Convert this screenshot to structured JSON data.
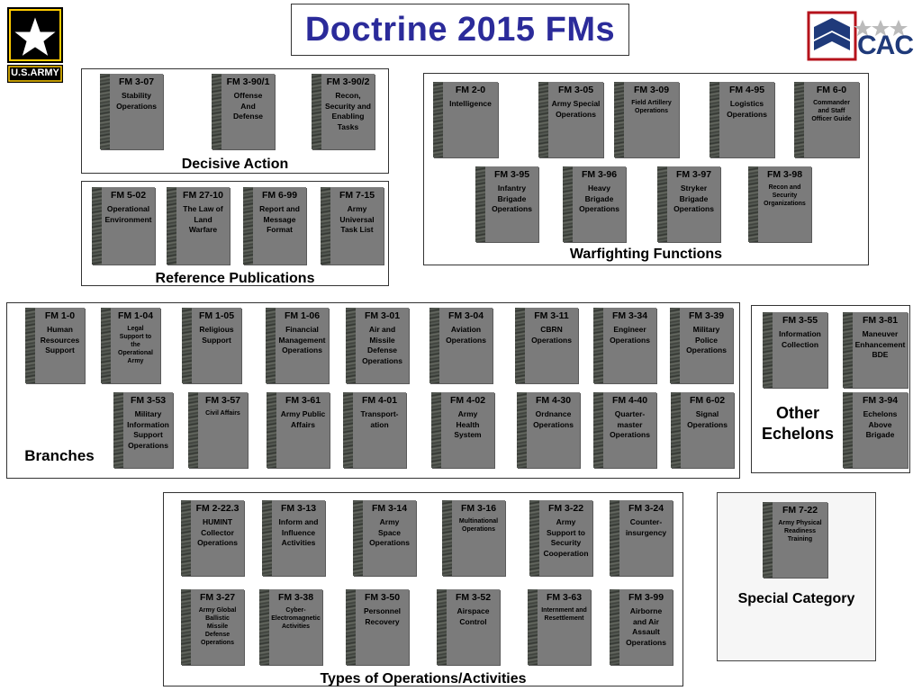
{
  "title": "Doctrine 2015 FMs",
  "logos": {
    "army_text": "U.S.ARMY",
    "cac_text": "CAC"
  },
  "groups": {
    "decisive": {
      "label": "Decisive Action",
      "books": [
        {
          "code": "FM 3-07",
          "desc": [
            "Stability",
            "Operations"
          ]
        },
        {
          "code": "FM 3-90/1",
          "desc": [
            "Offense",
            "And",
            "Defense"
          ]
        },
        {
          "code": "FM 3-90/2",
          "desc": [
            "Recon,",
            "Security and",
            "Enabling",
            "Tasks"
          ]
        }
      ]
    },
    "reference": {
      "label": "Reference Publications",
      "books": [
        {
          "code": "FM 5-02",
          "desc": [
            "Operational",
            "Environment"
          ]
        },
        {
          "code": "FM 27-10",
          "desc": [
            "The Law of",
            "Land",
            "Warfare"
          ]
        },
        {
          "code": "FM 6-99",
          "desc": [
            "Report and",
            "Message",
            "Format"
          ]
        },
        {
          "code": "FM 7-15",
          "desc": [
            "Army",
            "Universal",
            "Task List"
          ]
        }
      ]
    },
    "warfighting": {
      "label": "Warfighting Functions",
      "books": [
        {
          "code": "FM 2-0",
          "desc": [
            "Intelligence"
          ]
        },
        {
          "code": "FM 3-05",
          "desc": [
            "Army Special",
            "Operations"
          ]
        },
        {
          "code": "FM 3-09",
          "desc": [
            "Field Artillery",
            "Operations"
          ]
        },
        {
          "code": "FM 4-95",
          "desc": [
            "Logistics",
            "Operations"
          ]
        },
        {
          "code": "FM 6-0",
          "desc": [
            "Commander",
            "and Staff",
            "Officer Guide"
          ]
        },
        {
          "code": "FM 3-95",
          "desc": [
            "Infantry",
            "Brigade",
            "Operations"
          ]
        },
        {
          "code": "FM 3-96",
          "desc": [
            "Heavy",
            "Brigade",
            "Operations"
          ]
        },
        {
          "code": "FM 3-97",
          "desc": [
            "Stryker",
            "Brigade",
            "Operations"
          ]
        },
        {
          "code": "FM 3-98",
          "desc": [
            "Recon and",
            "Security",
            "Organizations"
          ]
        }
      ]
    },
    "branches": {
      "label": "Branches",
      "books": [
        {
          "code": "FM 1-0",
          "desc": [
            "Human",
            "Resources",
            "Support"
          ]
        },
        {
          "code": "FM 1-04",
          "desc": [
            "Legal",
            "Support to",
            "the",
            "Operational",
            "Army"
          ]
        },
        {
          "code": "FM 1-05",
          "desc": [
            "Religious",
            "Support"
          ]
        },
        {
          "code": "FM 1-06",
          "desc": [
            "Financial",
            "Management",
            "Operations"
          ]
        },
        {
          "code": "FM 3-01",
          "desc": [
            "Air and",
            "Missile",
            "Defense",
            "Operations"
          ]
        },
        {
          "code": "FM 3-04",
          "desc": [
            "Aviation",
            "Operations"
          ]
        },
        {
          "code": "FM 3-11",
          "desc": [
            "CBRN",
            "Operations"
          ]
        },
        {
          "code": "FM 3-34",
          "desc": [
            "Engineer",
            "Operations"
          ]
        },
        {
          "code": "FM 3-39",
          "desc": [
            "Military",
            "Police",
            "Operations"
          ]
        },
        {
          "code": "FM 3-53",
          "desc": [
            "Military",
            "Information",
            "Support",
            "Operations"
          ]
        },
        {
          "code": "FM 3-57",
          "desc": [
            "Civil Affairs"
          ]
        },
        {
          "code": "FM 3-61",
          "desc": [
            "Army Public",
            "Affairs"
          ]
        },
        {
          "code": "FM 4-01",
          "desc": [
            "Transport-",
            "ation"
          ]
        },
        {
          "code": "FM 4-02",
          "desc": [
            "Army",
            "Health",
            "System"
          ]
        },
        {
          "code": "FM 4-30",
          "desc": [
            "Ordnance",
            "Operations"
          ]
        },
        {
          "code": "FM 4-40",
          "desc": [
            "Quarter-",
            "master",
            "Operations"
          ]
        },
        {
          "code": "FM 6-02",
          "desc": [
            "Signal",
            "Operations"
          ]
        }
      ]
    },
    "other": {
      "label_line1": "Other",
      "label_line2": "Echelons",
      "books": [
        {
          "code": "FM 3-55",
          "desc": [
            "Information",
            "Collection"
          ]
        },
        {
          "code": "FM 3-81",
          "desc": [
            "Maneuver",
            "Enhancement",
            "BDE"
          ]
        },
        {
          "code": "FM 3-94",
          "desc": [
            "Echelons",
            "Above",
            "Brigade"
          ]
        }
      ]
    },
    "special": {
      "label": "Special Category",
      "books": [
        {
          "code": "FM 7-22",
          "desc": [
            "Army Physical",
            "Readiness",
            "Training"
          ]
        }
      ]
    },
    "types": {
      "label": "Types of Operations/Activities",
      "books": [
        {
          "code": "FM 2-22.3",
          "desc": [
            "HUMINT",
            "Collector",
            "Operations"
          ]
        },
        {
          "code": "FM 3-13",
          "desc": [
            "Inform and",
            "Influence",
            "Activities"
          ]
        },
        {
          "code": "FM 3-14",
          "desc": [
            "Army",
            "Space",
            "Operations"
          ]
        },
        {
          "code": "FM 3-16",
          "desc": [
            "Multinational",
            "Operations"
          ]
        },
        {
          "code": "FM 3-22",
          "desc": [
            "Army",
            "Support to",
            "Security",
            "Cooperation"
          ]
        },
        {
          "code": "FM 3-24",
          "desc": [
            "Counter-",
            "insurgency"
          ]
        },
        {
          "code": "FM 3-27",
          "desc": [
            "Army Global",
            "Ballistic",
            "Missile",
            "Defense",
            "Operations"
          ]
        },
        {
          "code": "FM 3-38",
          "desc": [
            "Cyber-",
            "Electromagnetic",
            "Activities"
          ]
        },
        {
          "code": "FM 3-50",
          "desc": [
            "Personnel",
            "Recovery"
          ]
        },
        {
          "code": "FM 3-52",
          "desc": [
            "Airspace",
            "Control"
          ]
        },
        {
          "code": "FM 3-63",
          "desc": [
            "Internment and",
            "Resettlement"
          ]
        },
        {
          "code": "FM 3-99",
          "desc": [
            "Airborne",
            "and Air",
            "Assault",
            "Operations"
          ]
        }
      ]
    }
  }
}
